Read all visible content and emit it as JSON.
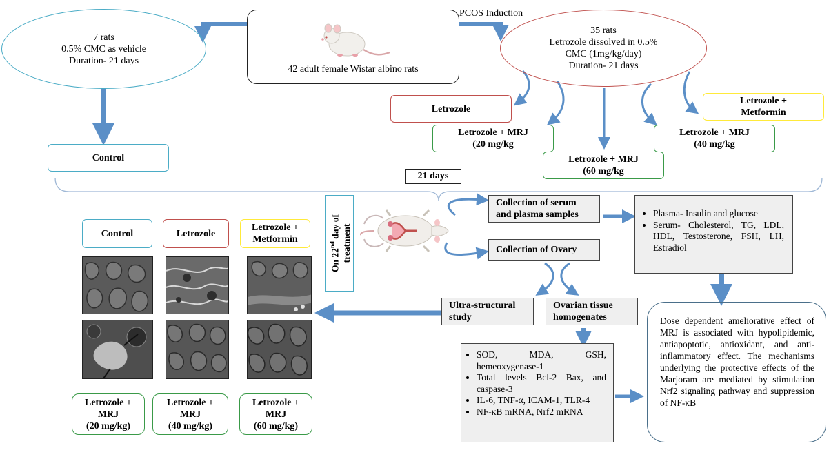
{
  "top": {
    "source_box": "42 adult female Wistar albino rats",
    "induction_label": "PCOS Induction",
    "vehicle_ellipse": [
      "7 rats",
      "0.5% CMC as vehicle",
      "Duration- 21 days"
    ],
    "letrozole_ellipse": [
      "35 rats",
      "Letrozole dissolved in 0.5%",
      "CMC (1mg/kg/day)",
      "Duration- 21 days"
    ]
  },
  "groups": {
    "control": "Control",
    "letrozole": "Letrozole",
    "metformin": [
      "Letrozole +",
      "Metformin"
    ],
    "mrj20": [
      "Letrozole + MRJ",
      "(20 mg/kg"
    ],
    "mrj40": [
      "Letrozole + MRJ",
      "(40 mg/kg"
    ],
    "mrj60": [
      "Letrozole + MRJ",
      "(60 mg/kg"
    ]
  },
  "timeline": {
    "days": "21 days",
    "treatment_day": "On 22nd day of treatment"
  },
  "collection": {
    "serum": [
      "Collection of serum",
      "and plasma samples"
    ],
    "ovary": "Collection of Ovary",
    "ultra": [
      "Ultra-structural",
      "study"
    ],
    "homog": [
      "Ovarian tissue",
      "homogenates"
    ]
  },
  "plasma_list": [
    "Plasma- Insulin and glucose",
    "Serum- Cholesterol, TG, LDL, HDL, Testosterone, FSH, LH, Estradiol"
  ],
  "tissue_list": [
    "SOD, MDA, GSH, hemeoxygenase-1",
    "Total levels Bcl-2 Bax, and caspase-3",
    "IL-6, TNF-α, ICAM-1, TLR-4",
    "NF-κB mRNA, Nrf2 mRNA"
  ],
  "conclusion": "Dose dependent ameliorative effect of MRJ is associated with hypolipidemic, antiapoptotic, antioxidant, and anti-inflammatory effect. The mechanisms underlying the protective effects of the Marjoram are mediated by stimulation Nrf2 signaling pathway and suppression of NF-κB",
  "micrograph_labels": {
    "top": [
      "Control",
      "Letrozole",
      [
        "Letrozole +",
        "Metformin"
      ]
    ],
    "bottom": [
      [
        "Letrozole +",
        "MRJ",
        "(20 mg/kg)"
      ],
      [
        "Letrozole +",
        "MRJ",
        "(40 mg/kg)"
      ],
      [
        "Letrozole +",
        "MRJ",
        "(60 mg/kg)"
      ]
    ]
  },
  "colors": {
    "arrow": "#5b8fc7",
    "blue_border": "#4bacc6",
    "red_border": "#c0504d",
    "yellow_border": "#ffea3a",
    "green_border": "#3a9a48",
    "gray_box": "#efefef"
  },
  "icons": [
    "rat-icon",
    "dissected-rat-icon",
    "micrograph-tile"
  ]
}
